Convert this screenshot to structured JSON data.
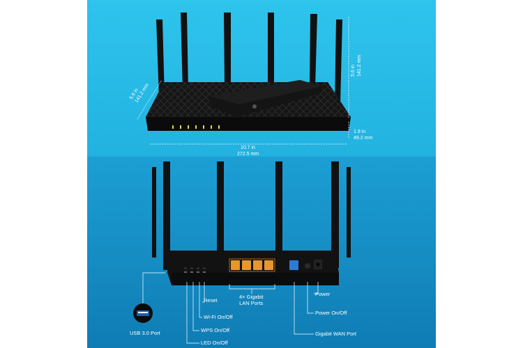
{
  "colors": {
    "panel_top": "#2bc2ea",
    "panel_bottom": "#1589c0",
    "router_body": "#111111",
    "lan_port": "#e8962a",
    "wan_port": "#2e7bd6",
    "line": "#ffffff"
  },
  "dimensions": {
    "depth": "5.6 in",
    "depth_mm": "141.2 mm",
    "height": "5.6 in",
    "height_mm": "141.2 mm",
    "thickness": "1.9 in",
    "thickness_mm": "49.2 mm",
    "width": "10.7 in",
    "width_mm": "272.5 mm"
  },
  "callouts": {
    "usb": "USB 3.0 Port",
    "reset": "Reset",
    "wifi": "Wi-Fi On/Off",
    "wps": "WPS On/Off",
    "led": "LED On/Off",
    "lan_line1": "4× Gigabit",
    "lan_line2": "LAN Ports",
    "power": "Power",
    "power_switch": "Power On/Off",
    "wan": "Gigabit WAN Port"
  },
  "icons": {
    "router_front": "router-front-view",
    "router_back": "router-back-view",
    "usb": "usb-port-icon"
  }
}
